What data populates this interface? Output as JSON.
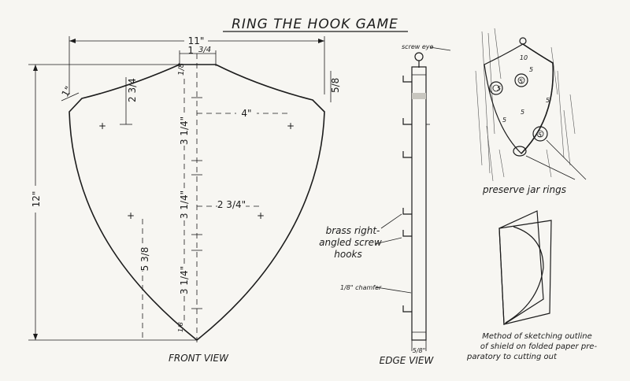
{
  "title": "RING THE HOOK GAME",
  "front_view": {
    "caption": "FRONT VIEW",
    "dims": {
      "width": "11\"",
      "top_flat_num": "1",
      "top_flat_frac": "3/4",
      "top_flat_full": "1 3/4\"",
      "notch": "1/8",
      "corner": "1\"",
      "side_drop": "2 3/4",
      "right_drop": "5/8",
      "hook_spacing_h": "4\"",
      "height": "12\"",
      "spacing_1": "3 1/4\"",
      "spacing_2": "3 1/4\"",
      "spacing_3": "3 1/4\"",
      "offset": "2 3/4\"",
      "lower_drop": "5 3/8",
      "bottom_notch": "1/8"
    }
  },
  "edge_view": {
    "caption": "EDGE VIEW",
    "screw_eye": "screw eye",
    "hooks_label": [
      "brass right-",
      "angled screw",
      "hooks"
    ],
    "chamfer": "1/8\" chamfer",
    "thickness": "5/8\""
  },
  "perspective": {
    "caption": "preserve jar rings",
    "scores": [
      "10",
      "5",
      "5",
      "5",
      "5",
      "5",
      "5",
      "5"
    ]
  },
  "folded_paper": {
    "caption": [
      "Method of sketching outline",
      "of shield on folded paper pre-",
      "paratory to cutting out"
    ]
  }
}
